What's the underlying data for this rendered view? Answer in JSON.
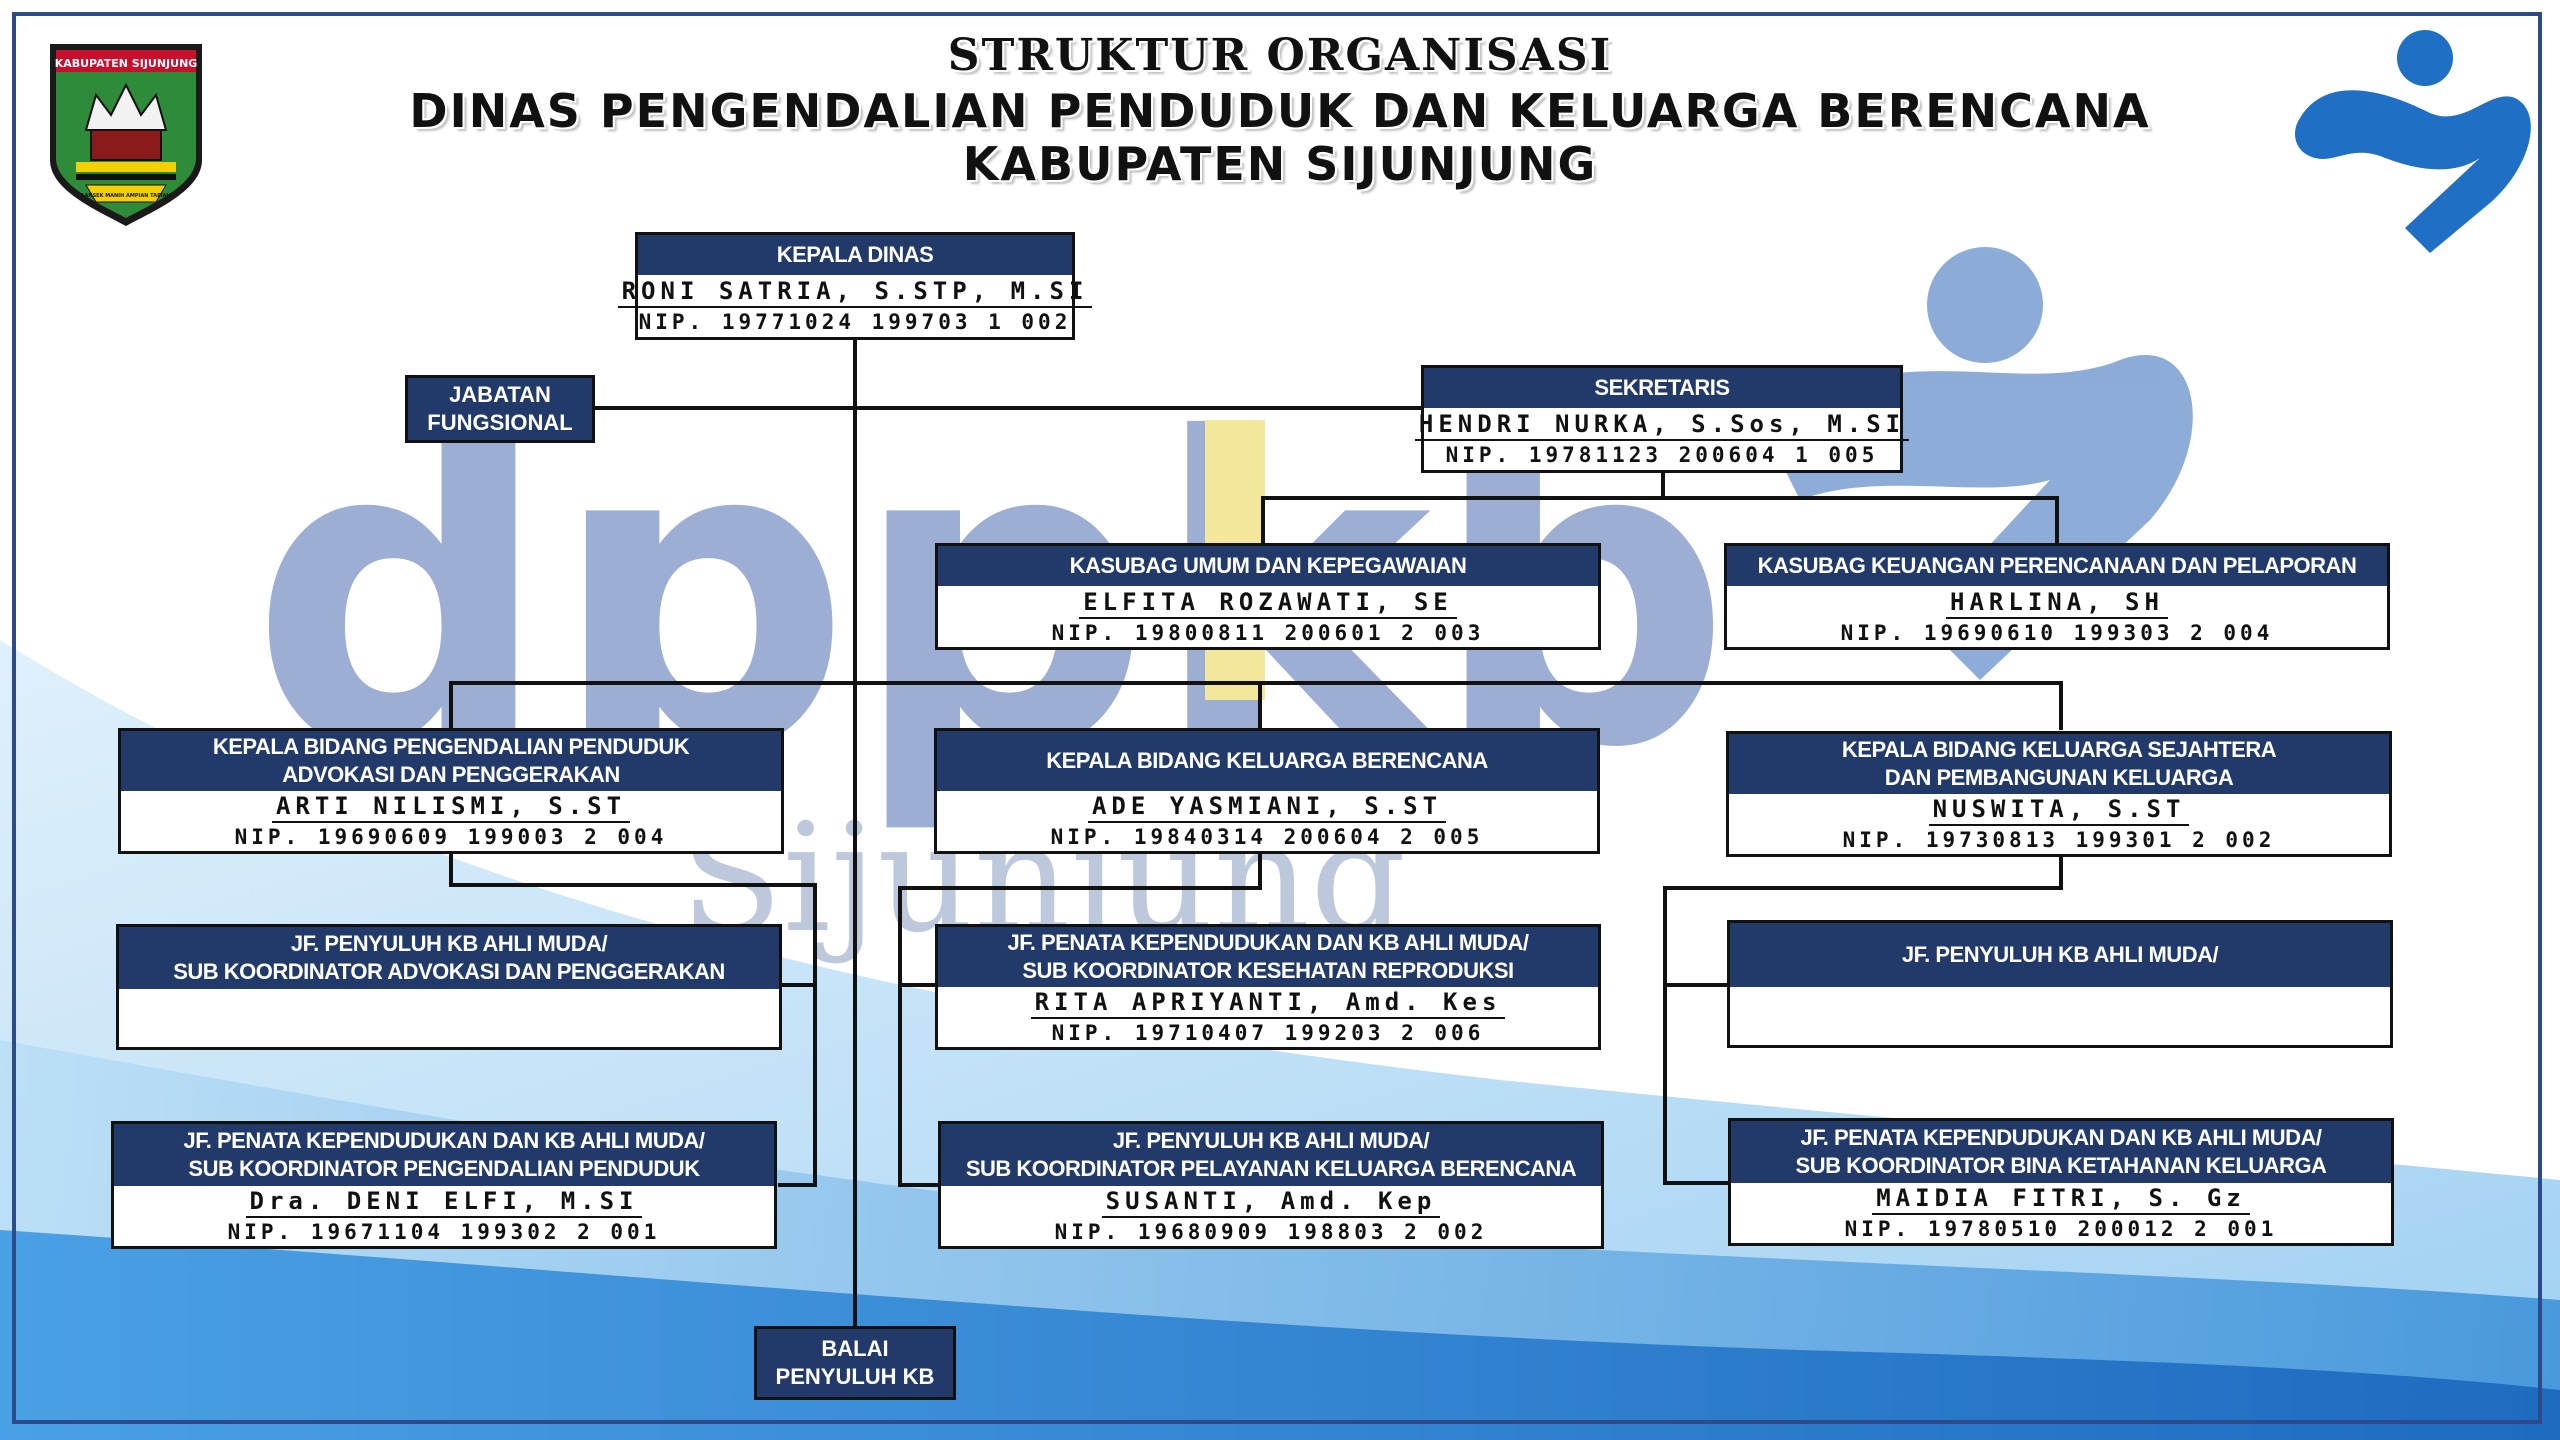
{
  "title": {
    "line1": "STRUKTUR ORGANISASI",
    "line2": "DINAS PENGENDALIAN PENDUDUK DAN KELUARGA BERENCANA",
    "line3": "KABUPATEN SIJUNJUNG"
  },
  "logo": {
    "regency_label": "KABUPATEN SIJUNJUNG",
    "motto": "LANSEK MANIH AMPIAN TAPIAH",
    "watermark_text": "dppkb",
    "watermark_subtext": "Sijunjung"
  },
  "colors": {
    "header_navy": "#223a6a",
    "frame_blue": "#2d4a8a",
    "wave_blue": "#3a8fd8",
    "logo_blue": "#1f6fc4",
    "watermark_yellow": "#e8d44a",
    "watermark_green": "#6cbf3c"
  },
  "nodes": {
    "kepala_dinas": {
      "title": "KEPALA DINAS",
      "name": "RONI SATRIA, S.STP, M.SI",
      "nip": "NIP. 19771024 199703 1 002"
    },
    "sekretaris": {
      "title": "SEKRETARIS",
      "name": "HENDRI NURKA, S.Sos, M.SI",
      "nip": "NIP. 19781123 200604 1 005"
    },
    "jabatan_fungsional": {
      "line1": "JABATAN",
      "line2": "FUNGSIONAL"
    },
    "kasubag_umum": {
      "title": "KASUBAG UMUM DAN KEPEGAWAIAN",
      "name": "ELFITA ROZAWATI, SE",
      "nip": "NIP. 19800811 200601 2 003"
    },
    "kasubag_keuangan": {
      "title": "KASUBAG KEUANGAN PERENCANAAN DAN PELAPORAN",
      "name": "HARLINA, SH",
      "nip": "NIP. 19690610 199303 2 004"
    },
    "kabid_dalduk": {
      "title_line1": "KEPALA BIDANG PENGENDALIAN PENDUDUK",
      "title_line2": "ADVOKASI DAN PENGGERAKAN",
      "name": "ARTI NILISMI, S.ST",
      "nip": "NIP. 19690609 199003 2 004"
    },
    "kabid_kb": {
      "title": "KEPALA BIDANG KELUARGA BERENCANA",
      "name": "ADE YASMIANI, S.ST",
      "nip": "NIP. 19840314 200604 2 005"
    },
    "kabid_ks": {
      "title_line1": "KEPALA BIDANG KELUARGA SEJAHTERA",
      "title_line2": "DAN PEMBANGUNAN KELUARGA",
      "name": "NUSWITA, S.ST",
      "nip": "NIP. 19730813 199301 2 002"
    },
    "jf_advokasi": {
      "title_line1": "JF. PENYULUH KB AHLI MUDA/",
      "title_line2": "SUB KOORDINATOR ADVOKASI DAN PENGGERAKAN"
    },
    "jf_kespro": {
      "title_line1": "JF. PENATA KEPENDUDUKAN DAN KB AHLI MUDA/",
      "title_line2": "SUB KOORDINATOR KESEHATAN REPRODUKSI",
      "name": "RITA APRIYANTI, Amd. Kes",
      "nip": "NIP. 19710407 199203 2 006"
    },
    "jf_ks": {
      "title": "JF. PENYULUH KB AHLI MUDA/"
    },
    "jf_dalduk": {
      "title_line1": "JF. PENATA KEPENDUDUKAN DAN KB AHLI MUDA/",
      "title_line2": "SUB KOORDINATOR PENGENDALIAN PENDUDUK",
      "name": "Dra. DENI ELFI, M.SI",
      "nip": "NIP. 19671104 199302 2 001"
    },
    "jf_pelayanan": {
      "title_line1": "JF. PENYULUH KB AHLI MUDA/",
      "title_line2": "SUB KOORDINATOR PELAYANAN KELUARGA BERENCANA",
      "name": "SUSANTI, Amd. Kep",
      "nip": "NIP. 19680909 198803 2 002"
    },
    "jf_bkk": {
      "title_line1": "JF. PENATA KEPENDUDUKAN DAN KB AHLI MUDA/",
      "title_line2": "SUB KOORDINATOR BINA KETAHANAN KELUARGA",
      "name": "MAIDIA FITRI, S. Gz",
      "nip": "NIP. 19780510 200012 2 001"
    },
    "balai": {
      "line1": "BALAI",
      "line2": "PENYULUH KB"
    }
  }
}
